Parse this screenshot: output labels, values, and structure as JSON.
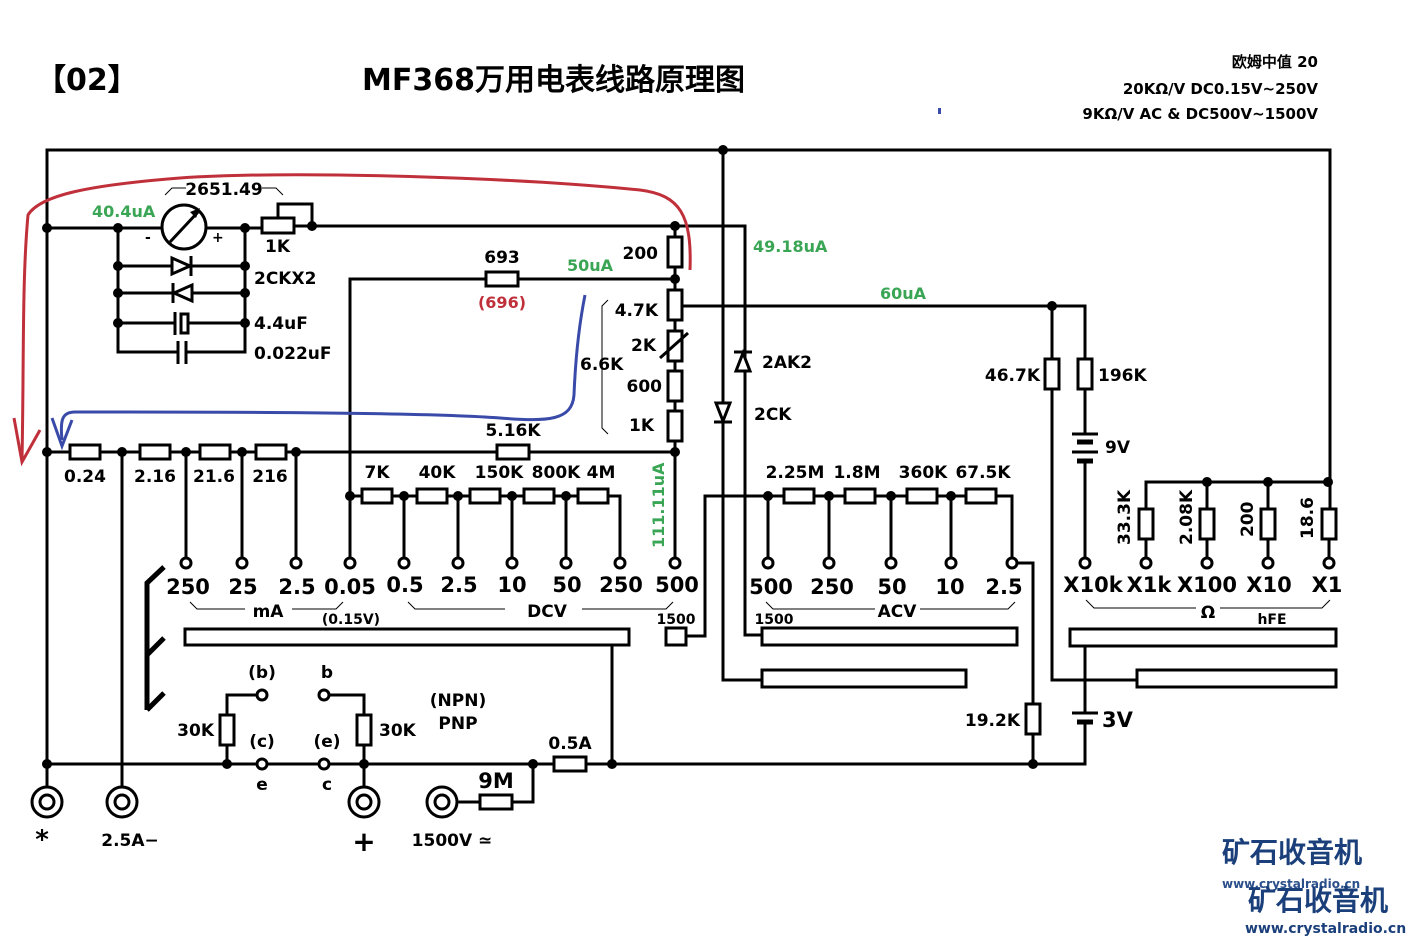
{
  "header": {
    "index": "【02】",
    "title": "MF368万用电表线路原理图",
    "spec_lines": [
      "欧姆中值 20",
      "20KΩ/V DC0.15V~250V",
      "9KΩ/V AC & DC500V~1500V"
    ]
  },
  "meter": {
    "resistance": "2651.49",
    "current": "40.4uA",
    "minus": "-",
    "plus": "+",
    "pot": "1K",
    "diodes": "2CKX2",
    "cap1": "4.4uF",
    "cap2": "0.022uF"
  },
  "shunt_network": {
    "r693": "693",
    "r693_alt": "(696)",
    "current_50": "50uA",
    "r200": "200",
    "r4_7k": "4.7K",
    "r2k": "2K",
    "r600": "600",
    "r1k": "1K",
    "group_total": "6.6K",
    "r5_16k": "5.16K",
    "current_111": "111.11uA",
    "current_49": "49.18uA",
    "current_60": "60uA"
  },
  "ma_shunts": [
    "0.24",
    "2.16",
    "21.6",
    "216"
  ],
  "dcv_resistors": [
    "7K",
    "40K",
    "150K",
    "800K",
    "4M"
  ],
  "acv_resistors": [
    "2.25M",
    "1.8M",
    "360K",
    "67.5K"
  ],
  "diodes_ac": {
    "d1": "2AK2",
    "d2": "2CK"
  },
  "ohm_section": {
    "r46_7k": "46.7K",
    "r196k": "196K",
    "battery_9v": "9V",
    "battery_3v": "3V",
    "r19_2k": "19.2K",
    "range_resistors": [
      "33.3K",
      "2.08K",
      "200",
      "18.6"
    ]
  },
  "ranges": {
    "ma": [
      "250",
      "25",
      "2.5",
      "0.05"
    ],
    "ma_label": "mA",
    "ma_note": "(0.15V)",
    "dcv": [
      "0.5",
      "2.5",
      "10",
      "50",
      "250",
      "500"
    ],
    "dcv_label": "DCV",
    "dcv_1500": "1500",
    "acv": [
      "500",
      "250",
      "50",
      "10",
      "2.5"
    ],
    "acv_label": "ACV",
    "acv_1500": "1500",
    "ohm": [
      "X10k",
      "X1k",
      "X100",
      "X10",
      "X1"
    ],
    "ohm_label": "Ω",
    "hfe_label": "hFE"
  },
  "transistor": {
    "b_paren": "(b)",
    "c_paren": "(c)",
    "e": "e",
    "b": "b",
    "e_paren": "(e)",
    "c": "c",
    "r30k_left": "30K",
    "r30k_right": "30K",
    "npn": "(NPN)",
    "pnp": "PNP"
  },
  "terminals": {
    "common": "*",
    "amp": "2.5A−",
    "plus": "+",
    "hv": "1500V ≃",
    "r9m": "9M",
    "fuse": "0.5A"
  },
  "watermark": {
    "logo": "矿石收音机",
    "url": "www.crystalradio.cn"
  },
  "annotation_colors": {
    "green": "#3aa655",
    "red": "#c0303a",
    "blue": "#3a4aa8"
  }
}
